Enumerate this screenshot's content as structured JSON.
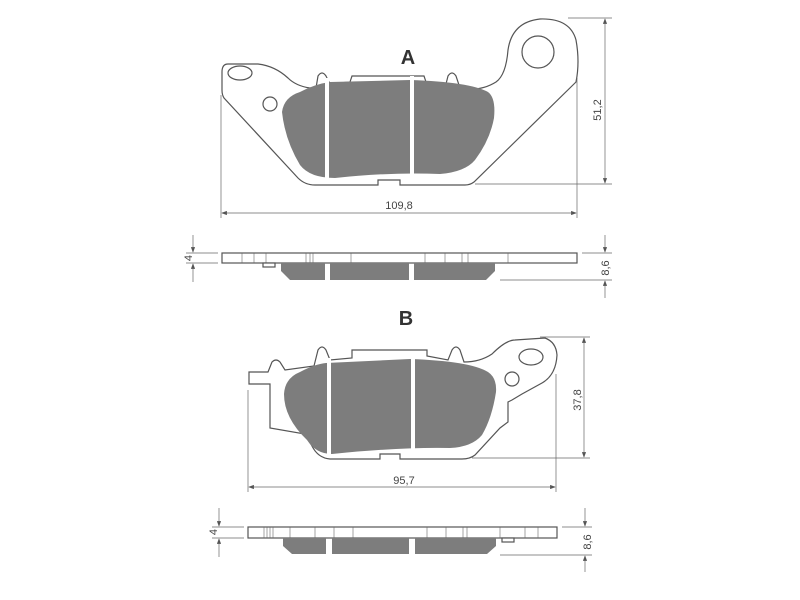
{
  "pads": [
    {
      "label": "A",
      "width_dim": "109,8",
      "height_dim": "51,2",
      "plate_thickness": "4",
      "total_thickness": "8,6"
    },
    {
      "label": "B",
      "width_dim": "95,7",
      "height_dim": "37,8",
      "plate_thickness": "4",
      "total_thickness": "8,6"
    }
  ],
  "colors": {
    "friction": "#7d7d7d",
    "outline": "#555555"
  }
}
